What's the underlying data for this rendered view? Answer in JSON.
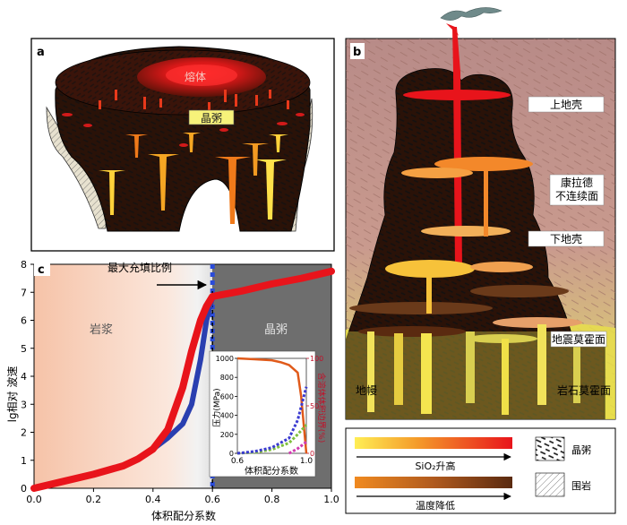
{
  "panel_a": {
    "letter": "a",
    "magma_label": "熔体",
    "mush_label": "晶粥"
  },
  "panel_b": {
    "letter": "b",
    "labels": {
      "upper_crust": "上地壳",
      "conrad_line1": "康拉德",
      "conrad_line2": "不连续面",
      "lower_crust": "下地壳",
      "moho": "地震莫霍面",
      "mantle": "地幔",
      "petro_moho": "岩石莫霍面"
    }
  },
  "panel_c": {
    "letter": "c",
    "max_packing_label": "最大充填比例",
    "magma_region": "岩浆",
    "mush_region": "晶粥",
    "ylabel": "lg相对 波速",
    "xlabel": "体积配分系数",
    "inset_xlabel": "体积配分系数",
    "inset_ylabel_left": "压力(MPa)",
    "inset_ylabel_right": "含溶体体积边界(%)"
  },
  "chart_data": [
    {
      "type": "line",
      "xlabel": "体积配分系数",
      "ylabel": "lg相对 波速",
      "xlim": [
        0,
        1.0
      ],
      "ylim": [
        0,
        8
      ],
      "x_ticks": [
        "0.0",
        "0.2",
        "0.4",
        "0.6",
        "0.8",
        "1.0"
      ],
      "y_ticks": [
        "0",
        "1",
        "2",
        "3",
        "4",
        "5",
        "6",
        "7",
        "8"
      ],
      "series": [
        {
          "color": "#e8141b",
          "x": [
            0,
            0.1,
            0.2,
            0.3,
            0.35,
            0.4,
            0.45,
            0.5,
            0.53,
            0.56,
            0.58,
            0.6,
            0.7,
            0.8,
            0.9,
            1.0
          ],
          "y": [
            0,
            0.25,
            0.5,
            0.8,
            1.05,
            1.4,
            2.1,
            3.6,
            4.9,
            6.0,
            6.5,
            6.85,
            7.05,
            7.3,
            7.5,
            7.75
          ]
        },
        {
          "color": "#2a3fb0",
          "x": [
            0.4,
            0.45,
            0.5,
            0.53,
            0.56,
            0.58,
            0.6
          ],
          "y": [
            1.4,
            1.8,
            2.3,
            3.0,
            4.6,
            6.0,
            6.85
          ]
        }
      ],
      "annotations": [
        "最大充填比例",
        "岩浆",
        "晶粥"
      ],
      "vline_x": 0.6
    },
    {
      "type": "line",
      "xlabel": "体积配分系数",
      "ylabel": "压力(MPa)",
      "xlim": [
        0.6,
        1.0
      ],
      "ylim": [
        0,
        1000
      ],
      "x_ticks": [
        "0.6",
        "1.0"
      ],
      "y_ticks": [
        "0",
        "200",
        "400",
        "600",
        "800",
        "1000"
      ],
      "y2label": "含溶体体积边界(%)",
      "y2lim": [
        0,
        100
      ],
      "y2_ticks": [
        "0",
        "50",
        "100"
      ],
      "series": [
        {
          "color": "#e05a1a",
          "x": [
            0.6,
            0.7,
            0.8,
            0.85,
            0.9,
            0.95,
            0.97,
            1.0
          ],
          "y": [
            1000,
            990,
            980,
            960,
            930,
            850,
            600,
            0
          ]
        },
        {
          "color": "#7fbf3f",
          "dashed": true,
          "x": [
            0.6,
            0.7,
            0.8,
            0.9,
            0.95,
            1.0
          ],
          "y": [
            0,
            10,
            40,
            110,
            200,
            300
          ]
        },
        {
          "color": "#3b3bd1",
          "dashed": true,
          "x": [
            0.6,
            0.7,
            0.8,
            0.9,
            0.95,
            1.0
          ],
          "y": [
            0,
            20,
            60,
            160,
            350,
            700
          ]
        },
        {
          "color": "#d13bb0",
          "dashed": true,
          "x": [
            0.9,
            0.95,
            1.0
          ],
          "y": [
            0,
            50,
            120
          ]
        }
      ]
    }
  ],
  "legend": {
    "sio2": "SiO₂升高",
    "temp": "温度降低",
    "mush": "晶粥",
    "wall": "围岩"
  },
  "colors": {
    "melt_red": "#e8141b",
    "mush_dark": "#2a1208",
    "crust_rose": "#c99a8e",
    "mantle_yellow": "#e9e04a"
  }
}
